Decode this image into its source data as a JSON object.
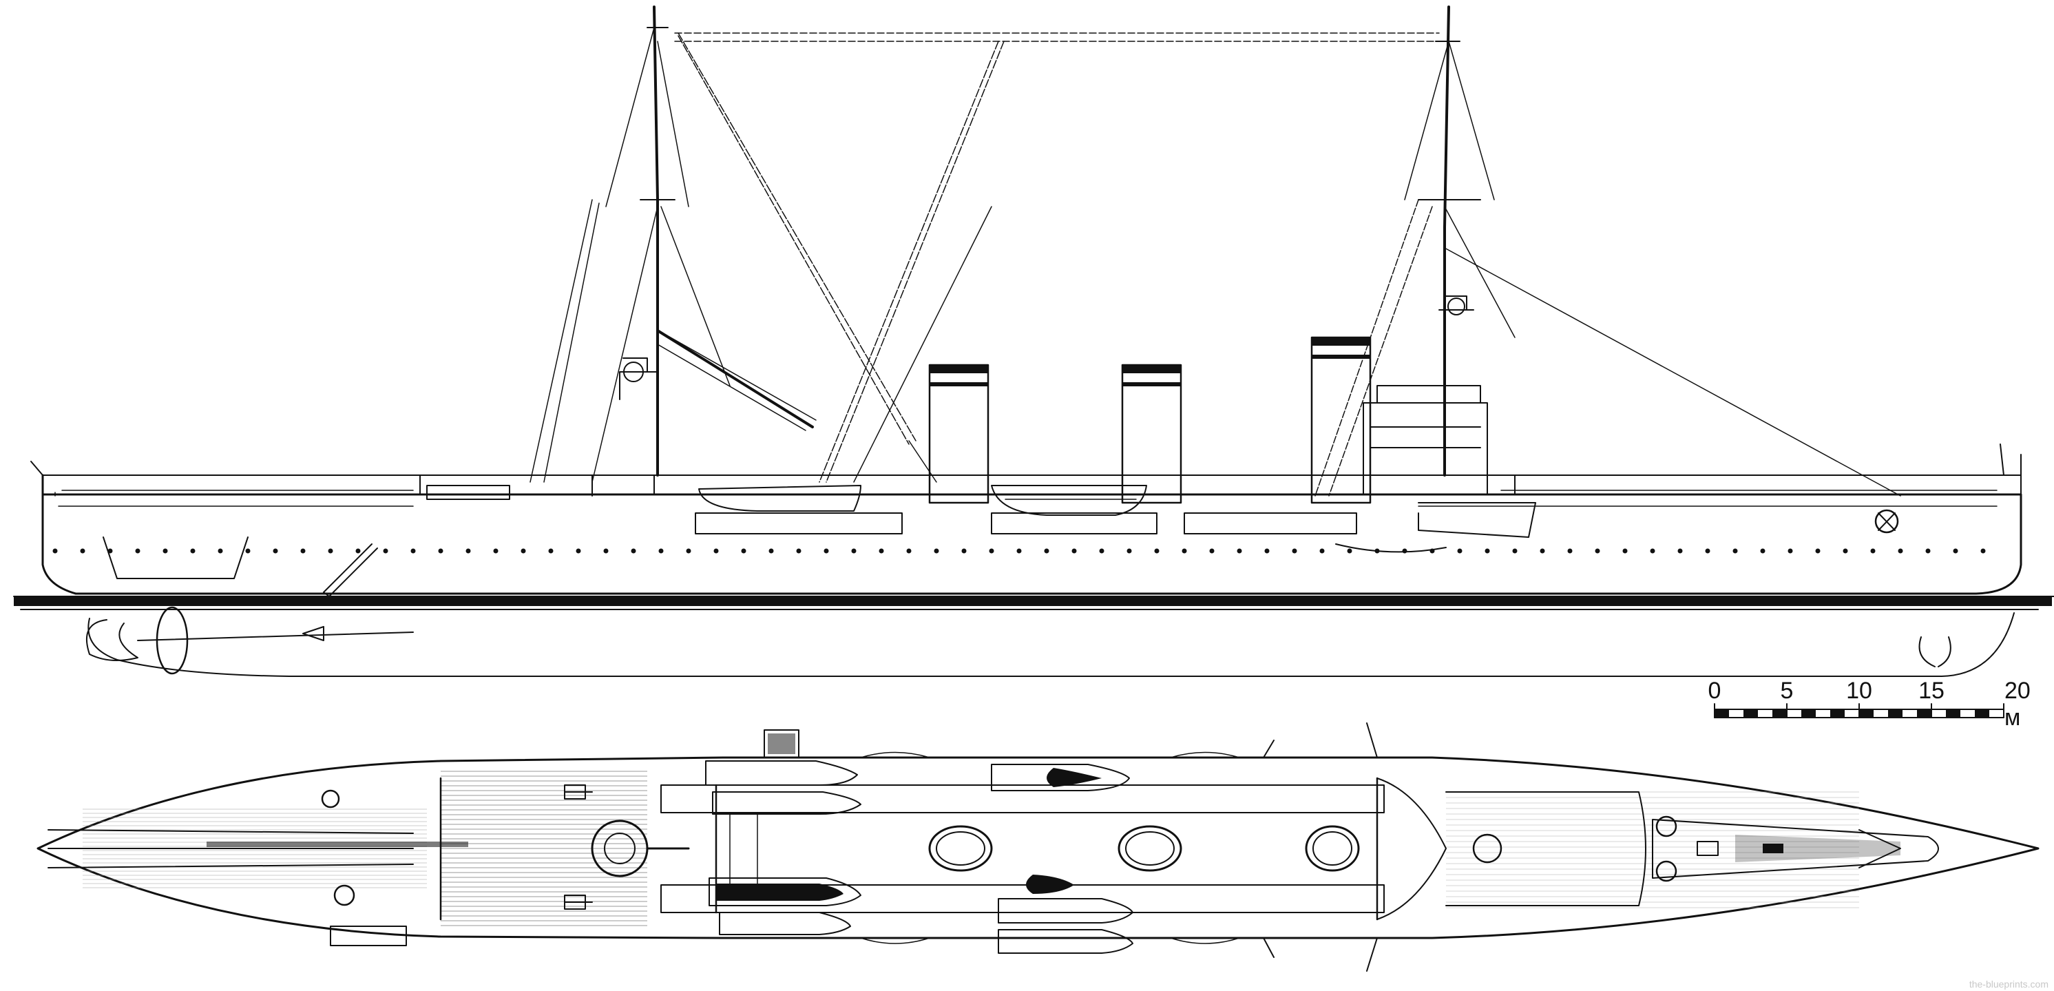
{
  "scale_bar": {
    "labels": [
      "0",
      "5",
      "10",
      "15",
      "20 м"
    ],
    "unit": "м"
  },
  "watermark": "the-blueprints.com"
}
